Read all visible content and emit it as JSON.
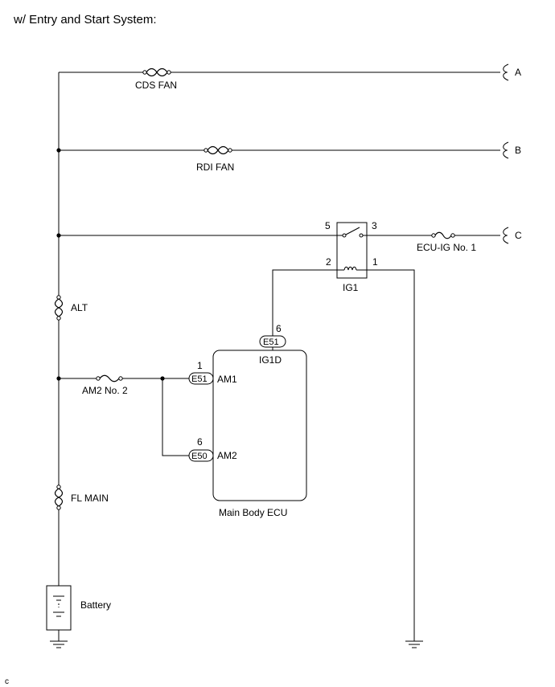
{
  "header": {
    "title": "w/ Entry and Start System:"
  },
  "fuses": {
    "cds_fan": "CDS FAN",
    "rdi_fan": "RDI FAN",
    "ecu_ig_no1": "ECU-IG No. 1",
    "alt": "ALT",
    "am2_no2": "AM2 No. 2",
    "fl_main": "FL MAIN"
  },
  "connectors_out": {
    "a": "A",
    "b": "B",
    "c": "C"
  },
  "relay": {
    "name": "IG1",
    "pin5": "5",
    "pin3": "3",
    "pin2": "2",
    "pin1": "1"
  },
  "ecu": {
    "name": "Main Body ECU",
    "ig1d": {
      "pin": "6",
      "connector": "E51",
      "terminal": "IG1D"
    },
    "am1": {
      "pin": "1",
      "connector": "E51",
      "terminal": "AM1"
    },
    "am2": {
      "pin": "6",
      "connector": "E50",
      "terminal": "AM2"
    }
  },
  "battery": {
    "label": "Battery"
  },
  "footer": {
    "code": "c"
  }
}
